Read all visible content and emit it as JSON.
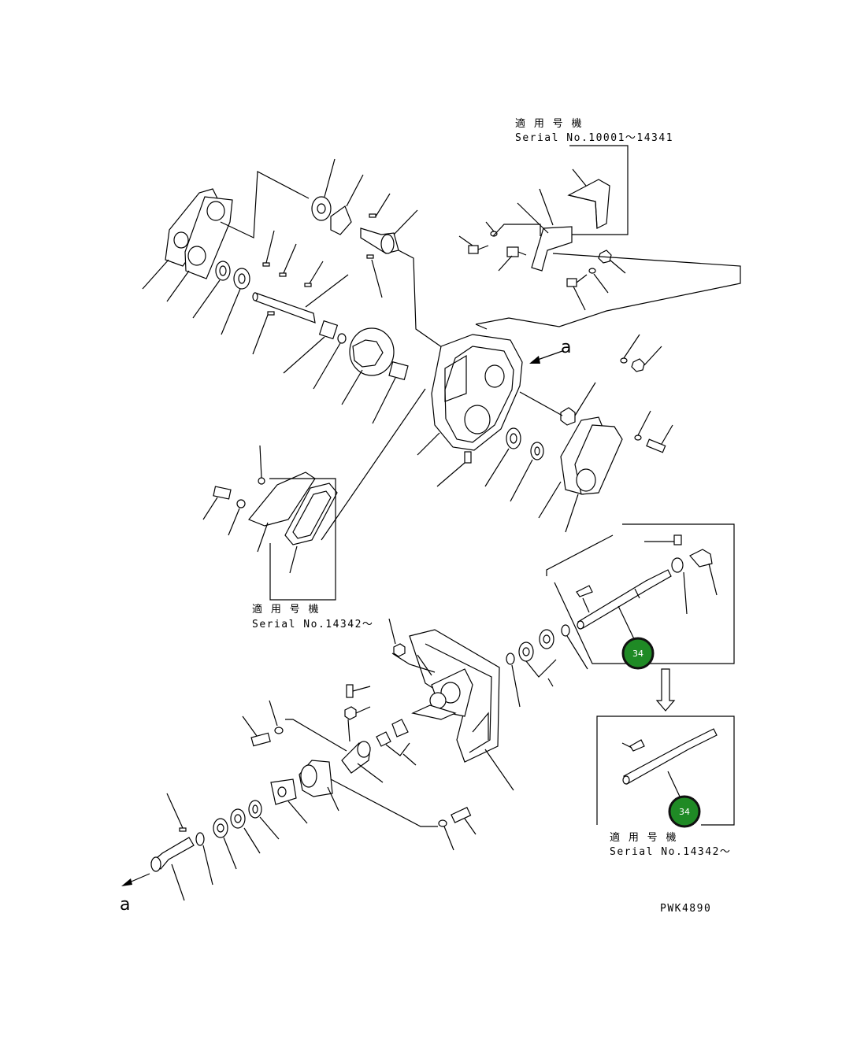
{
  "labels": {
    "serial_top_jp": "適 用 号 機",
    "serial_top_en": "Serial No.10001～14341",
    "serial_mid_jp": "適 用 号 機",
    "serial_mid_en": "Serial No.14342～",
    "serial_bottom_jp": "適 用 号 機",
    "serial_bottom_en": "Serial No.14342～",
    "arrow_a_top": "a",
    "arrow_a_bottom": "a",
    "drawing_code": "PWK4890"
  },
  "callouts": [
    {
      "number": "34",
      "color": "#1f8a25"
    },
    {
      "number": "34",
      "color": "#1f8a25"
    }
  ]
}
